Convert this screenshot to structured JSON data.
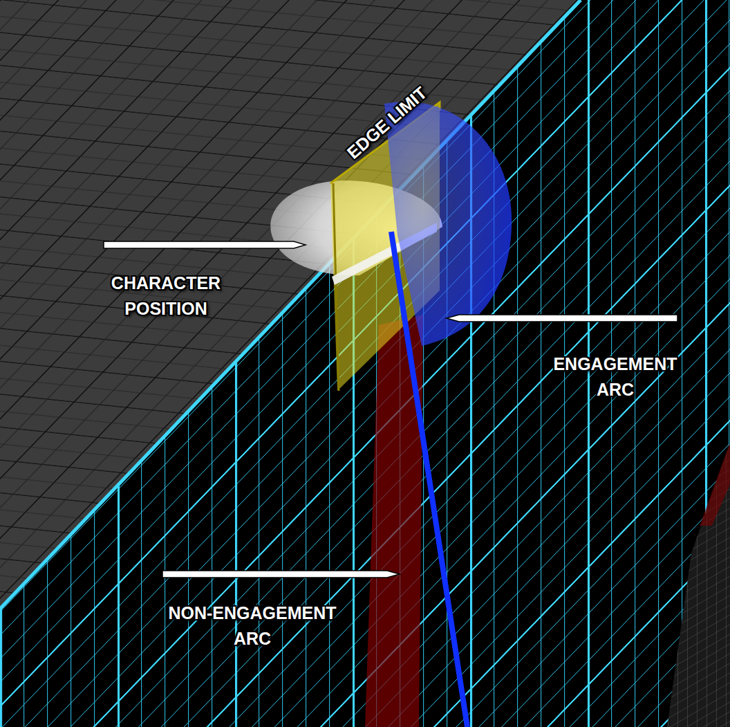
{
  "diagram": {
    "labels": [
      "EDGE LIMIT",
      "CHARACTER POSITION",
      "ENGAGEMENT ARC",
      "NON-ENGAGEMENT ARC"
    ]
  }
}
